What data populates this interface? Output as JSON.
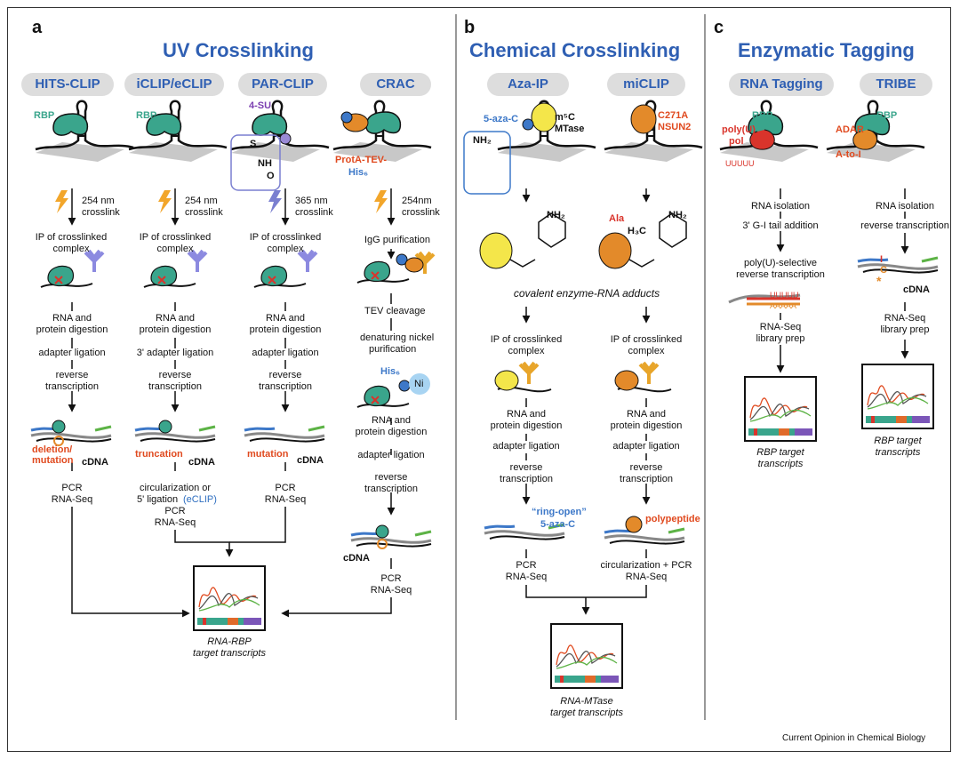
{
  "panels": {
    "a": "a",
    "b": "b",
    "c": "c"
  },
  "titles": {
    "uv": "UV Crosslinking",
    "chem": "Chemical Crosslinking",
    "enz": "Enzymatic Tagging"
  },
  "methods": {
    "hits": "HITS-CLIP",
    "iclip": "iCLIP/eCLIP",
    "par": "PAR-CLIP",
    "crac": "CRAC",
    "aza": "Aza-IP",
    "miclip": "miCLIP",
    "rnatag": "RNA Tagging",
    "tribe": "TRIBE"
  },
  "labels": {
    "rbp": "RBP",
    "su4": "4-SU",
    "s": "S",
    "nh": "NH",
    "o": "O",
    "n": "N",
    "prota": "ProtA-TEV-",
    "his6": "His₆",
    "x254a": "254 nm",
    "crosslink": "crosslink",
    "x254c": "254nm",
    "x365": "365 nm",
    "ipcl1": "IP of crosslinked",
    "ipcl2": "complex",
    "igg": "IgG purification",
    "tev": "TEV cleavage",
    "denat1": "denaturing nickel",
    "denat2": "purification",
    "his6b": "His₆",
    "ni": "Ni",
    "rnaand": "RNA and",
    "protdig": "protein digestion",
    "adlig": "adapter ligation",
    "ad3lig": "3' adapter ligation",
    "rev": "reverse",
    "trans": "transcription",
    "deletion": "deletion/",
    "mutation": "mutation",
    "cdna": "cDNA",
    "truncation": "truncation",
    "mutation2": "mutation",
    "pcr": "PCR",
    "rnaseq": "RNA-Seq",
    "circ": "circularization or",
    "lig5": "5' ligation",
    "eclip": "(eCLIP)",
    "rnarbp": "RNA-RBP",
    "targettr": "target transcripts",
    "azac": "5-aza-C",
    "m5c": "m⁵C",
    "mtase": "MTase",
    "c271a": "C271A",
    "nsun2": "NSUN2",
    "nh2": "NH₂",
    "ala": "Ala",
    "h3c": "H₃C",
    "covalent": "covalent enzyme-RNA adducts",
    "ringopen": "“ring-open”",
    "azac2": "5-aza-C",
    "polypeptide": "polypeptide",
    "circpcr": "circularization + PCR",
    "rnamtase": "RNA-MTase",
    "polyu": "poly(U)",
    "pol": "pol",
    "uuuuu": "UUUUU",
    "adar": "ADAR",
    "atoi": "A-to-I",
    "rnaiso": "RNA isolation",
    "gitail": "3' G-I tail addition",
    "polyusel": "poly(U)-selective",
    "revtrans": "reverse transcription",
    "uuuuu2": "UUUUU",
    "aaaaa": "AAAAA",
    "rnaseqlib": "RNA-Seq",
    "libprep": "library prep",
    "rbptarget": "RBP target",
    "transcripts": "transcripts",
    "c": "C",
    "i": "I",
    "star": "*",
    "credit": "Current Opinion in Chemical Biology"
  },
  "colors": {
    "teal": "#3aa58c",
    "orange": "#e38a2a",
    "yellow": "#f4e64a",
    "red": "#d9342b",
    "blue": "#3d78c8",
    "purple": "#7b56b8",
    "green": "#5db346"
  }
}
